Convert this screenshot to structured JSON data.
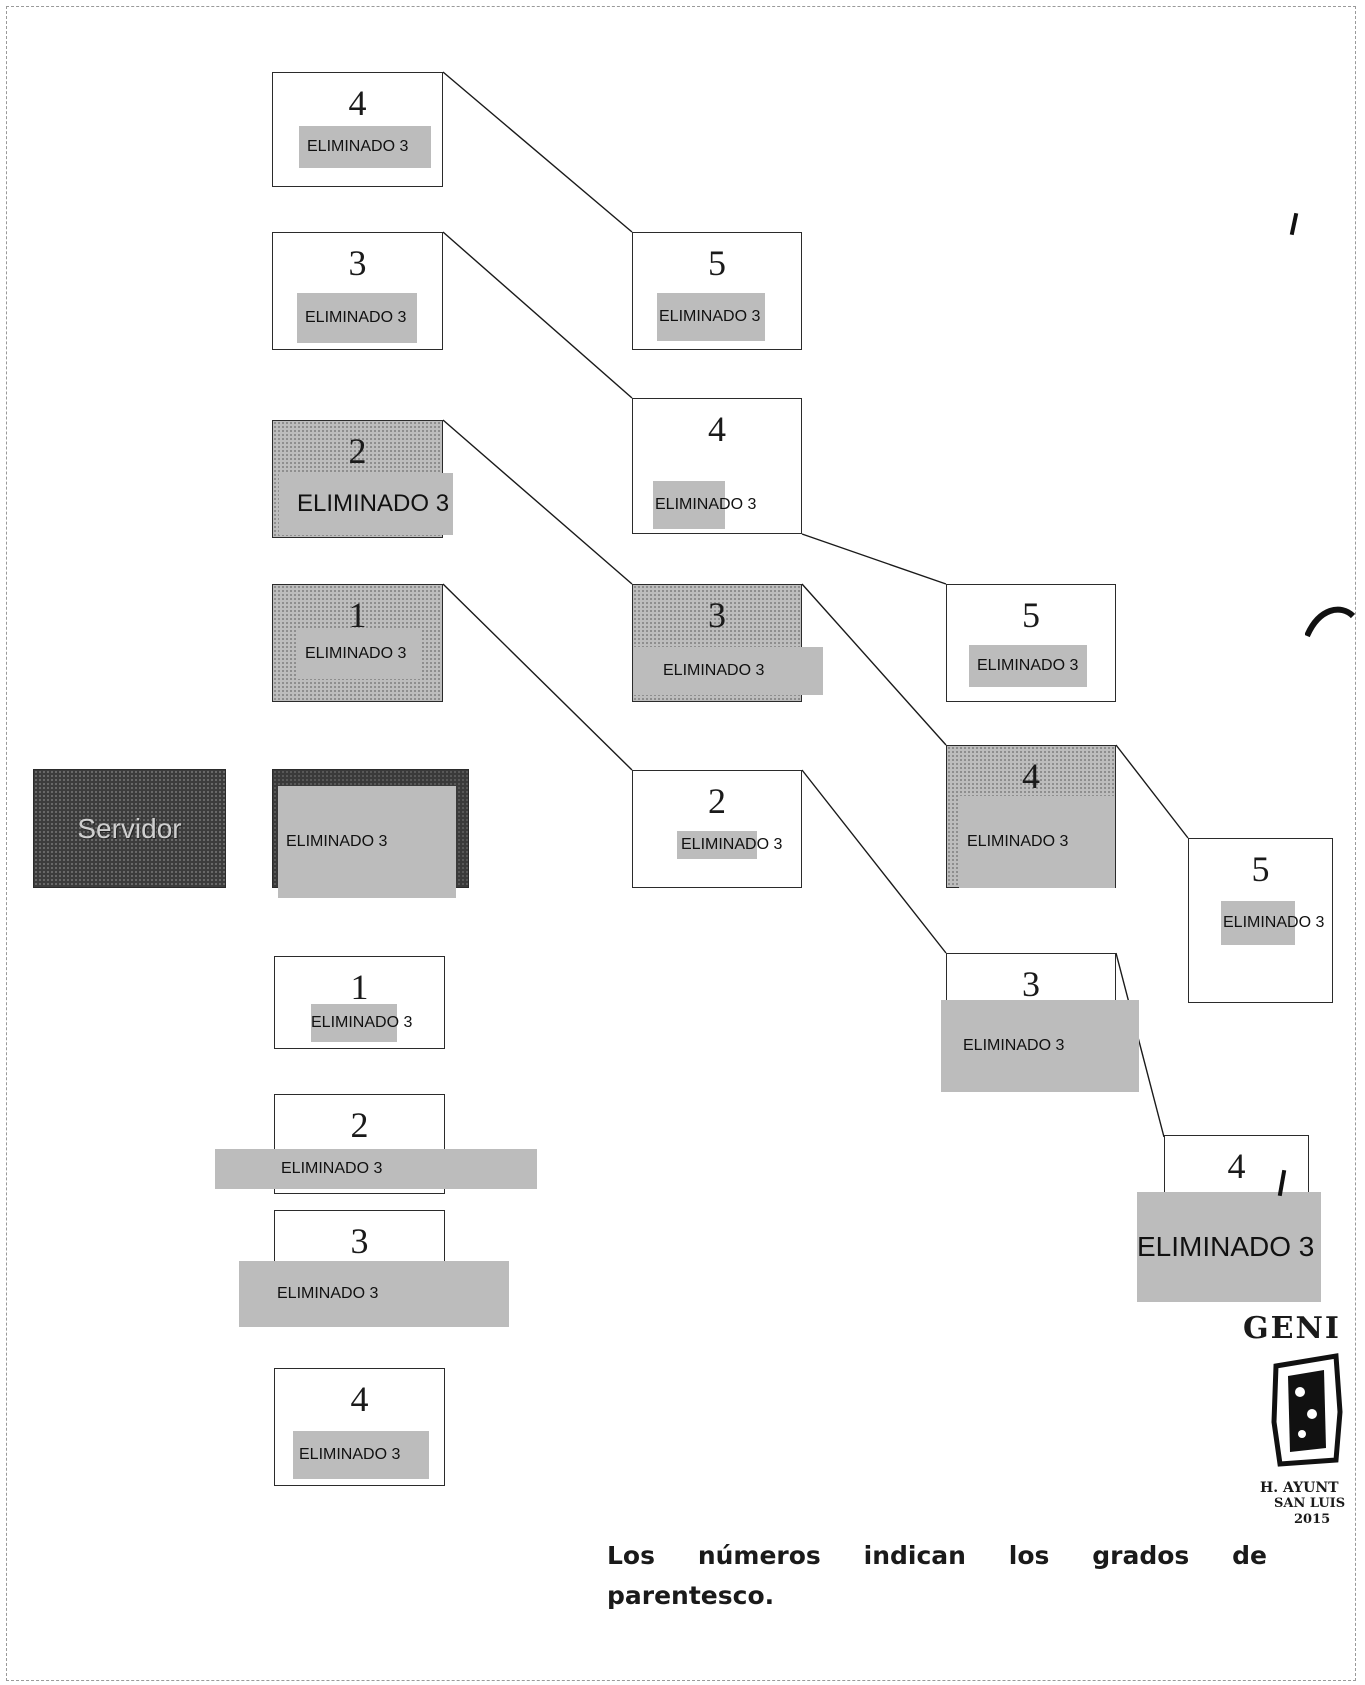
{
  "diagram": {
    "server_label": "Servidor",
    "redaction_label": "ELIMINADO 3",
    "caption": "Los números indican los grados de parentesco.",
    "nodes": {
      "asc4": "4",
      "asc3": "3",
      "asc2": "2",
      "asc1": "1",
      "col5a": "5",
      "col4a": "4",
      "col3": "3",
      "col2": "2",
      "col5b": "5",
      "col4b": "4",
      "col3b": "3",
      "col5c": "5",
      "col4c": "4",
      "desc1": "1",
      "desc2": "2",
      "desc3": "3",
      "desc4": "4"
    },
    "stamp": {
      "word": "GENI",
      "line1": "H. AYUNT",
      "line2": "SAN LUIS",
      "line3": "2015"
    }
  }
}
